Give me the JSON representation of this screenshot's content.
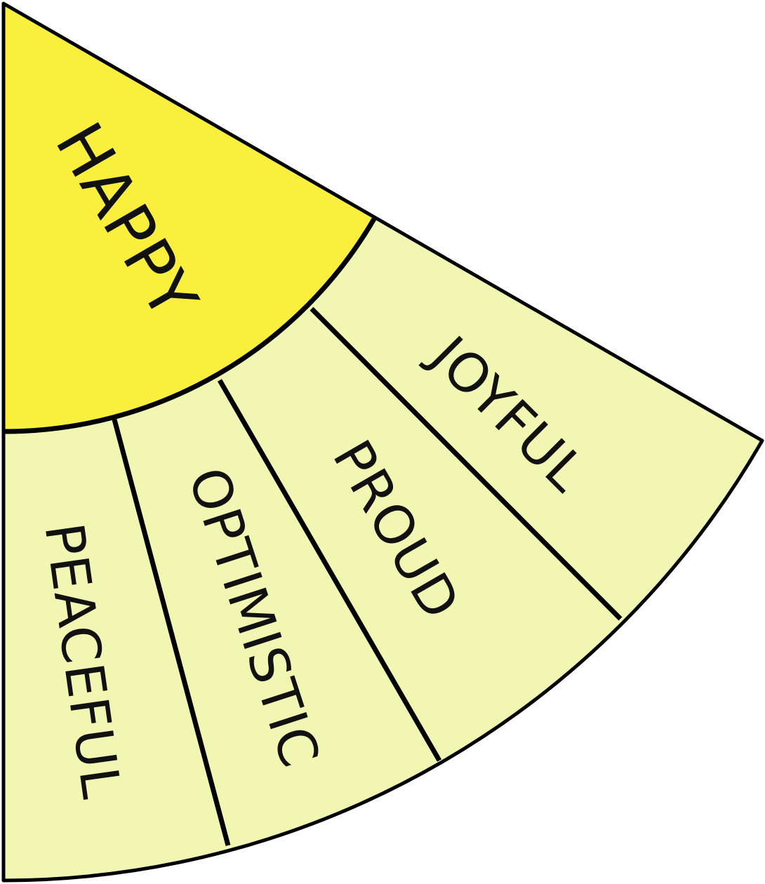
{
  "wheel": {
    "core": {
      "label": "HAPPY",
      "color": "#FAEF3D"
    },
    "outer_color": "#F1F7B3",
    "line_color": "#000000",
    "segments": [
      {
        "label": "JOYFUL"
      },
      {
        "label": "PROUD"
      },
      {
        "label": "OPTIMISTIC"
      },
      {
        "label": "PEACEFUL"
      }
    ]
  }
}
